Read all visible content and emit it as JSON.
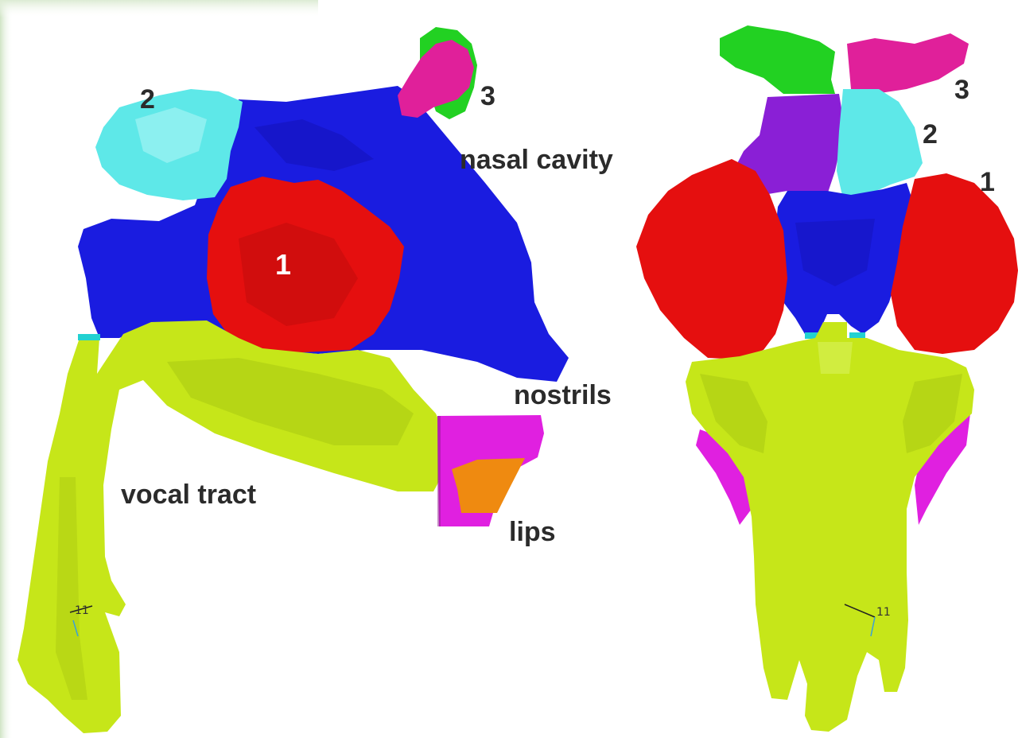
{
  "colors": {
    "background": "#ffffff",
    "edge_tint": "#dcebd3",
    "vocal_tract": "#c6e619",
    "nasal_cavity": "#1a1ce0",
    "sinus_1": "#e50f0f",
    "sinus_2": "#5ee8e8",
    "sinus_3": "#e0209a",
    "green_cap": "#22d122",
    "purple": "#8a1fd6",
    "nostrils_magenta": "#e020e0",
    "lips_orange": "#ef8a10",
    "junction_cyan": "#22d1d1"
  },
  "left_view": {
    "labels": {
      "two": "2",
      "three": "3",
      "nasal_cavity": "nasal cavity",
      "one": "1",
      "nostrils": "nostrils",
      "vocal_tract": "vocal tract",
      "lips": "lips",
      "marker": "11"
    }
  },
  "right_view": {
    "labels": {
      "three": "3",
      "two": "2",
      "one": "1",
      "marker": "11"
    }
  }
}
